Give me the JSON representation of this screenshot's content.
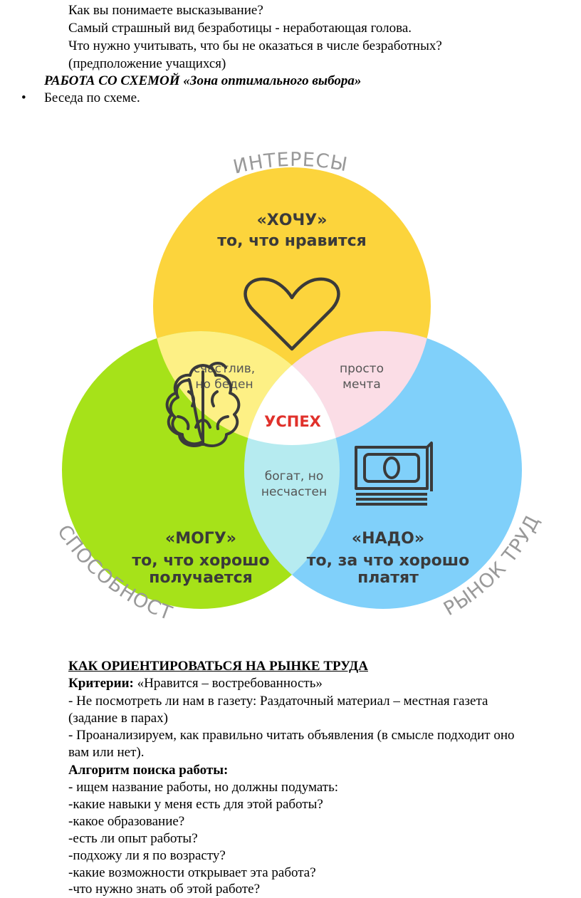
{
  "intro": {
    "l1": "Как вы понимаете высказывание?",
    "l2": "Самый страшный вид безработицы - неработающая голова.",
    "l3": "Что нужно учитывать, что бы не оказаться в числе безработных?",
    "l4": "(предположение учащихся)",
    "heading": "РАБОТА СО СХЕМОЙ  «Зона оптимального выбора»",
    "bullet_mark": "•",
    "bullet_text": "Беседа по схеме."
  },
  "diagram": {
    "arc_interests": "ИНТЕРЕСЫ",
    "arc_abilities": "СПОСОБНОСТИ",
    "arc_market": "РЫНОК ТРУДА",
    "want_title": "«ХОЧУ»",
    "want_sub": "то, что нравится",
    "can_title": "«МОГУ»",
    "can_sub1": "то, что хорошо",
    "can_sub2": "получается",
    "must_title": "«НАДО»",
    "must_sub1": "то, за что хорошо",
    "must_sub2": "платят",
    "happy1": "счастлив,",
    "happy2": "но беден",
    "dream1": "просто",
    "dream2": "мечта",
    "rich1": "богат, но",
    "rich2": "несчастен",
    "success": "УСПЕХ",
    "colors": {
      "yellow": "#fcd43c",
      "green": "#a6e219",
      "blue": "#80d0fa",
      "yg": "#fdf085",
      "yb": "#fbdde6",
      "gb": "#b6ebf0",
      "center": "#ffffff",
      "success": "#e0312b",
      "text": "#3a3a3a",
      "arc": "#999999"
    }
  },
  "section": {
    "title": "КАК ОРИЕНТИРОВАТЬСЯ НА РЫНКЕ ТРУДА",
    "criteria_label": "Критерии:",
    "criteria_text": " «Нравится – востребованность»",
    "p1a": "- Не посмотреть ли нам в газету: Раздаточный материал – местная газета",
    "p1b": "(задание в парах)",
    "p2a": "- Проанализируем, как правильно читать объявления (в смысле подходит оно",
    "p2b": "вам или нет).",
    "algo_title": "Алгоритм поиска работы:",
    "items": [
      "- ищем название работы, но должны подумать:",
      "-какие навыки у меня есть для этой работы?",
      "-какое образование?",
      "-есть ли опыт работы?",
      "-подхожу ли я по возрасту?",
      "-какие возможности открывает эта работа?",
      "-что нужно знать об этой работе?"
    ]
  }
}
